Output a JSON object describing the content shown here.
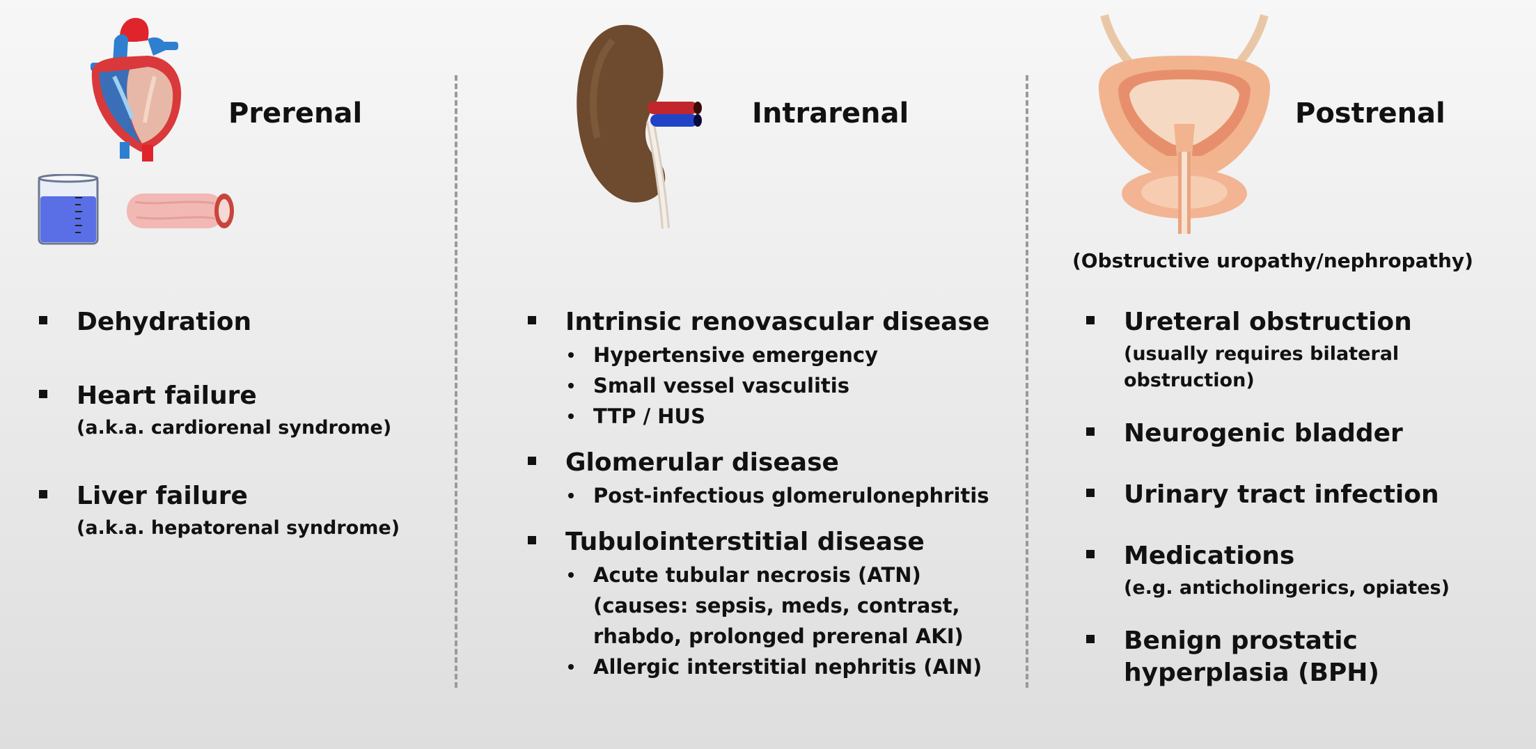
{
  "prerenal": {
    "title": "Prerenal",
    "items": [
      {
        "label": "Dehydration",
        "note": ""
      },
      {
        "label": "Heart failure",
        "note": "(a.k.a. cardiorenal syndrome)"
      },
      {
        "label": "Liver failure",
        "note": "(a.k.a. hepatorenal syndrome)"
      }
    ]
  },
  "intrarenal": {
    "title": "Intrarenal",
    "items": [
      {
        "label": "Intrinsic renovascular disease",
        "sub": [
          "Hypertensive emergency",
          "Small vessel vasculitis",
          "TTP / HUS"
        ]
      },
      {
        "label": "Glomerular disease",
        "sub": [
          "Post-infectious glomerulonephritis"
        ]
      },
      {
        "label": "Tubulointerstitial disease",
        "sub": [
          "Acute tubular necrosis (ATN) (causes: sepsis, meds, contrast, rhabdo, prolonged prerenal AKI)",
          "Allergic interstitial nephritis (AIN)"
        ]
      }
    ]
  },
  "postrenal": {
    "title": "Postrenal",
    "subtitle": "(Obstructive uropathy/nephropathy)",
    "items": [
      {
        "label": "Ureteral obstruction",
        "note": "(usually requires bilateral obstruction)"
      },
      {
        "label": "Neurogenic bladder",
        "note": ""
      },
      {
        "label": "Urinary tract infection",
        "note": ""
      },
      {
        "label": "Medications",
        "note": "(e.g. anticholingerics, opiates)"
      },
      {
        "label": "Benign prostatic hyperplasia (BPH)",
        "note": ""
      }
    ]
  },
  "icons": [
    "heart-icon",
    "beaker-icon",
    "blood-vessel-icon",
    "kidney-icon",
    "bladder-icon"
  ]
}
